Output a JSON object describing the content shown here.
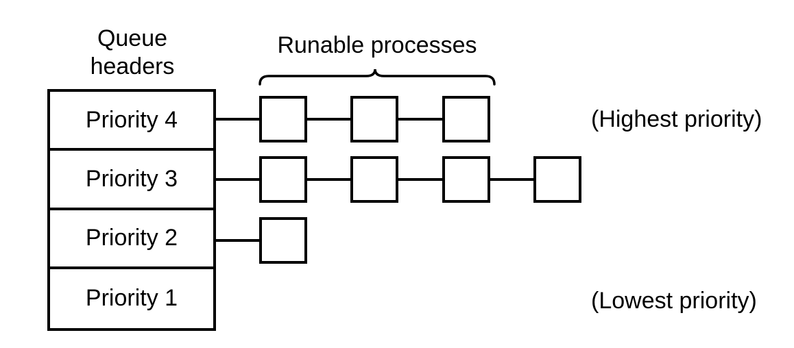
{
  "diagram": {
    "queue_headers_label": "Queue\nheaders",
    "runable_processes_label": "Runable processes",
    "rows": [
      {
        "label": "Priority 4",
        "process_count": 3,
        "annotation": "(Highest priority)"
      },
      {
        "label": "Priority 3",
        "process_count": 4,
        "annotation": ""
      },
      {
        "label": "Priority 2",
        "process_count": 1,
        "annotation": ""
      },
      {
        "label": "Priority 1",
        "process_count": 0,
        "annotation": "(Lowest priority)"
      }
    ],
    "colors": {
      "line": "#000000",
      "background": "#ffffff",
      "text": "#000000"
    }
  }
}
